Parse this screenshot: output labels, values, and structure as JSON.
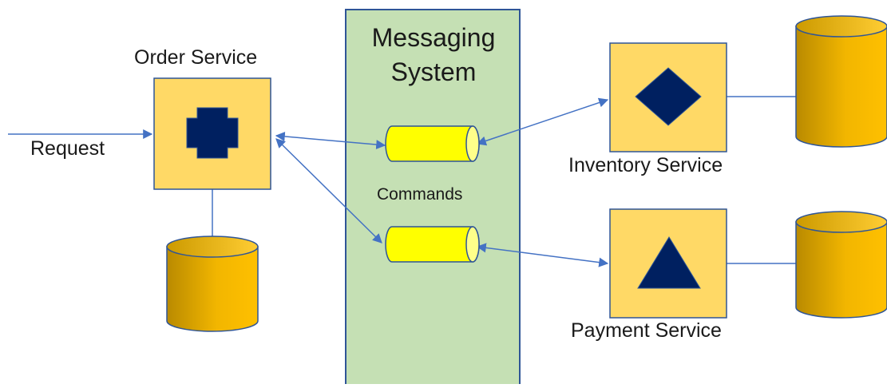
{
  "diagram": {
    "messaging_system": {
      "label": "Messaging System",
      "fill": "#c5e0b4",
      "stroke": "#2f5597"
    },
    "channel": {
      "label": "Commands",
      "fill": "#ffff00",
      "stroke": "#2f5597"
    },
    "services": {
      "order": {
        "label": "Order Service",
        "icon": "cross-icon"
      },
      "inventory": {
        "label": "Inventory Service",
        "icon": "diamond-icon"
      },
      "payment": {
        "label": "Payment Service",
        "icon": "triangle-icon"
      }
    },
    "request_label": "Request",
    "colors": {
      "service_fill": "#ffd966",
      "service_stroke": "#2f5597",
      "icon_fill": "#002060",
      "arrow": "#4472c4",
      "database": "#ffc000"
    }
  }
}
